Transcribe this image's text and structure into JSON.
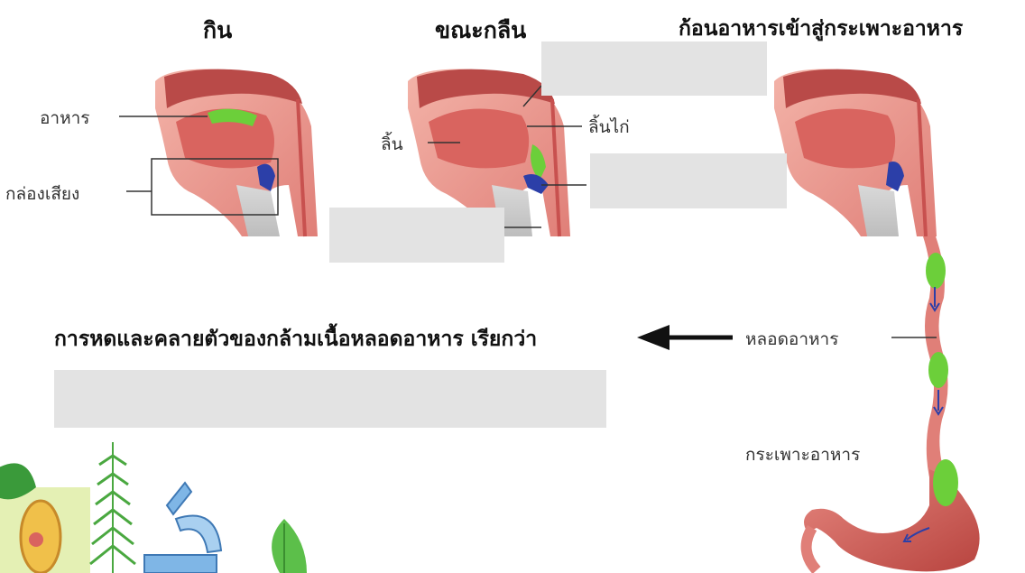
{
  "titles": {
    "eat": "กิน",
    "swallow": "ขณะกลืน",
    "to_stomach": "ก้อนอาหารเข้าสู่กระเพาะอาหาร"
  },
  "labels": {
    "food": "อาหาร",
    "larynx": "กล่องเสียง",
    "tongue": "ลิ้น",
    "epiglottis": "ลิ้นไก่",
    "esophagus": "หลอดอาหาร",
    "stomach": "กระเพาะอาหาร"
  },
  "question": "การหดและคลายตัวของกล้ามเนื้อหลอดอาหาร เรียกว่า",
  "answer_boxes": [
    "",
    "",
    "",
    ""
  ],
  "colors": {
    "tissue": "#e88a86",
    "tissue_dark": "#c8514f",
    "bolus": "#6ccf3a",
    "trachea_blue": "#2c3fa8",
    "stomach": "#d7605a",
    "answer_box": "#e3e3e3"
  }
}
